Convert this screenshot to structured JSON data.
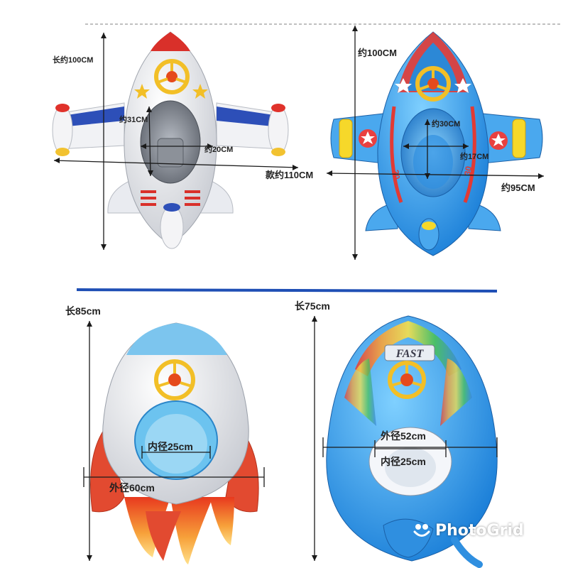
{
  "products": [
    {
      "id": "airplane-white",
      "length_label": "长约100CM",
      "seat_length_label": "约31CM",
      "seat_width_label": "约20CM",
      "span_label": "款约110CM"
    },
    {
      "id": "airplane-blue",
      "length_label": "约100CM",
      "seat_length_label": "约30CM",
      "seat_width_label": "约17CM",
      "span_label": "约95CM"
    },
    {
      "id": "rocket-white",
      "length_label": "长85cm",
      "inner_label": "内径25cm",
      "outer_label": "外径60cm"
    },
    {
      "id": "rocket-blue",
      "length_label": "长75cm",
      "outer_label": "外径52cm",
      "inner_label": "内径25cm",
      "badge_text": "FAST"
    }
  ],
  "watermark": {
    "text": "PhotoGrid"
  },
  "colors": {
    "divider": "#1f4fb5",
    "dim_line": "#1a1a1a"
  }
}
